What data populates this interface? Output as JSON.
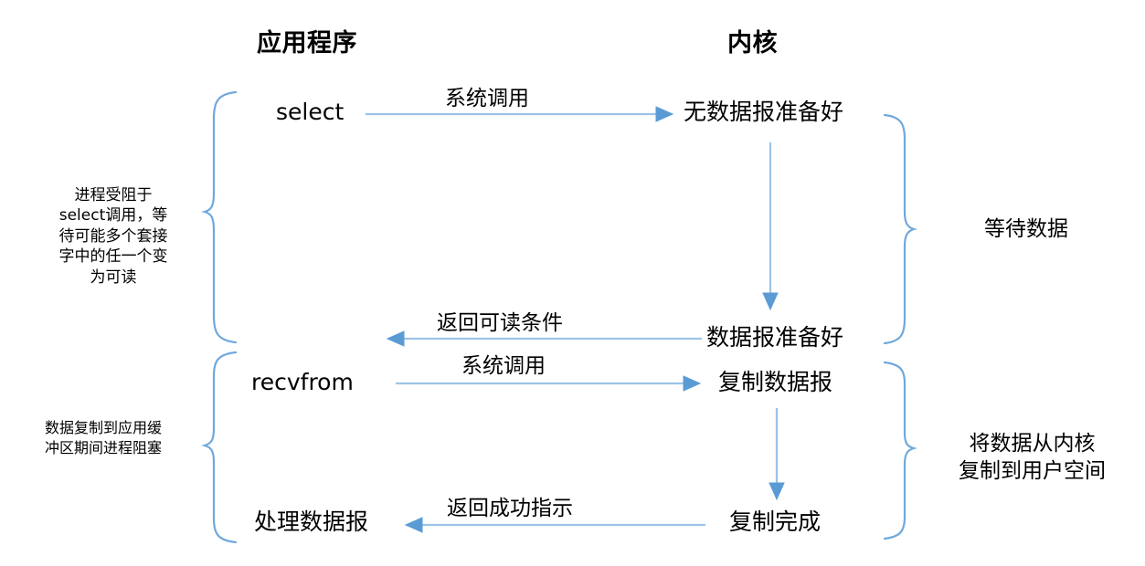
{
  "diagram": {
    "title_app": "应用程序",
    "title_kernel": "内核",
    "colors": {
      "line": "#9DC3E6",
      "arrowhead": "#5B9BD5",
      "brace": "#6FA8DC",
      "text": "#000000",
      "background": "#FFFFFF"
    },
    "app_nodes": [
      {
        "label": "select"
      },
      {
        "label": "recvfrom"
      },
      {
        "label": "处理数据报"
      }
    ],
    "kernel_nodes": [
      {
        "label": "无数据报准备好"
      },
      {
        "label": "数据报准备好"
      },
      {
        "label": "复制数据报"
      },
      {
        "label": "复制完成"
      }
    ],
    "arrow_labels": [
      {
        "label": "系统调用"
      },
      {
        "label": "返回可读条件"
      },
      {
        "label": "系统调用"
      },
      {
        "label": "返回成功指示"
      }
    ],
    "notes": {
      "left_top": "进程受阻于\nselect调用，等\n待可能多个套接\n字中的任一个变\n为可读",
      "left_bottom": "数据复制到应用缓\n冲区期间进程阻塞",
      "right_top": "等待数据",
      "right_bottom": "将数据从内核\n复制到用户空间"
    }
  }
}
